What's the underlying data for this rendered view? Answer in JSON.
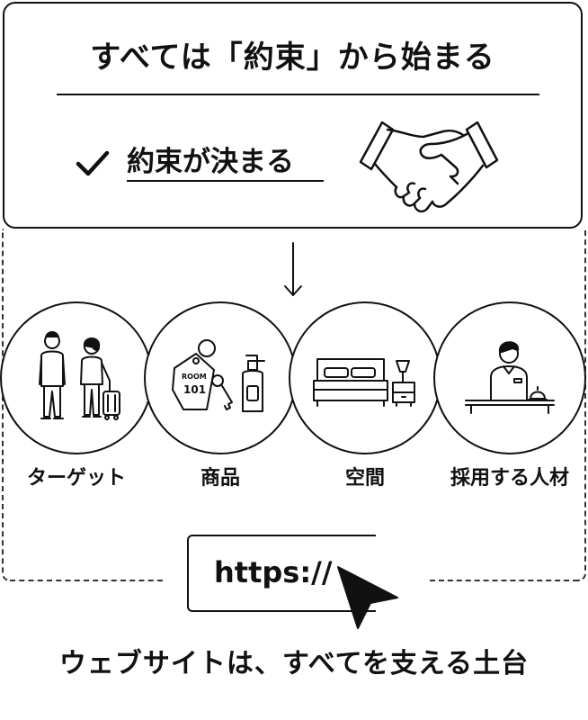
{
  "headline": "すべては「約束」から始まる",
  "promise": {
    "label": "約束が決まる"
  },
  "icons": {
    "check": "check-icon",
    "handshake": "handshake-icon",
    "arrow": "down-arrow-icon",
    "target": "people-travel-icon",
    "product": "room-key-bottle-icon",
    "space": "bed-lamp-icon",
    "staff": "receptionist-icon",
    "cursor": "mouse-cursor-icon"
  },
  "categories": [
    {
      "label": "ターゲット"
    },
    {
      "label": "商品"
    },
    {
      "label": "空間"
    },
    {
      "label": "採用する人材"
    }
  ],
  "key_tag": {
    "line1": "ROOM",
    "line2": "101"
  },
  "url": {
    "text": "https://"
  },
  "foundation": "ウェブサイトは、すべてを支える土台"
}
